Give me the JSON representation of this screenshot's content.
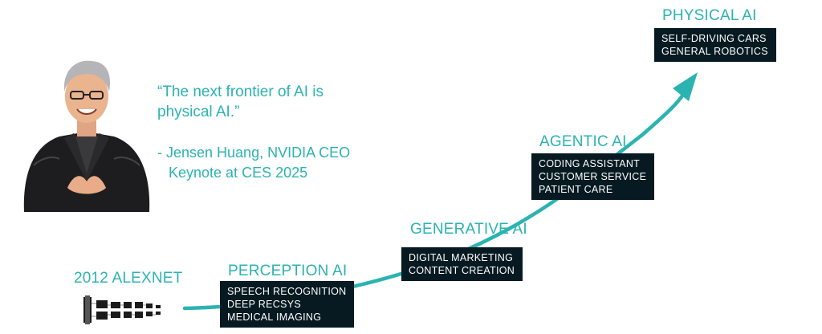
{
  "quote": {
    "lines": [
      "“The next frontier of AI is",
      "physical AI.”"
    ],
    "attribution": [
      "- Jensen Huang, NVIDIA CEO",
      "Keynote at CES 2025"
    ]
  },
  "stages": {
    "alexnet": {
      "label": "2012 ALEXNET"
    },
    "perception": {
      "label": "PERCEPTION AI",
      "items": [
        "SPEECH RECOGNITION",
        "DEEP RECSYS",
        "MEDICAL IMAGING"
      ]
    },
    "generative": {
      "label": "GENERATIVE AI",
      "items": [
        "DIGITAL MARKETING",
        "CONTENT CREATION"
      ]
    },
    "agentic": {
      "label": "AGENTIC AI",
      "items": [
        "CODING ASSISTANT",
        "CUSTOMER SERVICE",
        "PATIENT CARE"
      ]
    },
    "physical": {
      "label": "PHYSICAL AI",
      "items": [
        "SELF-DRIVING CARS",
        "GENERAL ROBOTICS"
      ]
    }
  },
  "colors": {
    "accent": "#2bb3b1",
    "box": "#071a22",
    "box_text": "#ffffff"
  },
  "icons": {
    "portrait": "person-illustration",
    "alexnet": "neural-network-diagram-icon"
  }
}
